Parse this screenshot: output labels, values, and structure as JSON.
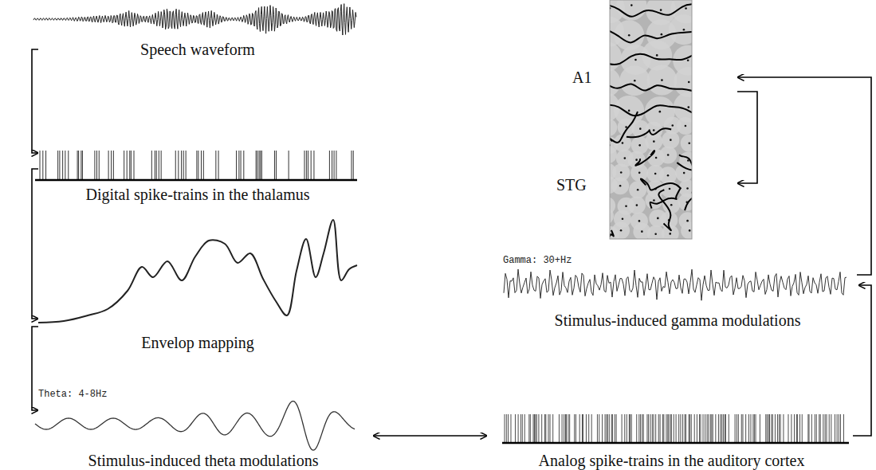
{
  "diagram": {
    "nodes": [
      {
        "text": [
          "Speech waveform"
        ]
      },
      {
        "text": [
          "Digital spike-trains in the thalamus"
        ]
      },
      {
        "text": [
          "Envelop mapping"
        ]
      },
      {
        "text": [
          "Theta: 4-8Hz",
          "Stimulus-induced theta modulations"
        ]
      },
      {
        "text": [
          "Analog spike-trains in the auditory cortex"
        ]
      },
      {
        "text": [
          "Gamma: 30+Hz",
          "Stimulus-induced gamma modulations"
        ]
      },
      {
        "text": [
          "A1"
        ]
      },
      {
        "text": [
          "STG"
        ]
      }
    ],
    "edges": [
      {
        "from": 0,
        "to": 1,
        "arrow": "to"
      },
      {
        "from": 1,
        "to": 2,
        "arrow": "to"
      },
      {
        "from": 2,
        "to": 3,
        "arrow": "to"
      },
      {
        "from": 3,
        "to": 4,
        "arrow": "both"
      },
      {
        "from": 4,
        "to": 5,
        "arrow": "to"
      },
      {
        "from": 5,
        "to": 6,
        "arrow": "to"
      },
      {
        "from": 6,
        "to": 7,
        "arrow": "to"
      }
    ]
  }
}
